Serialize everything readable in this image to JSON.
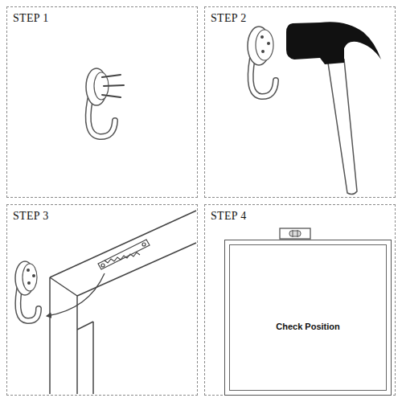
{
  "diagram": {
    "nodes": [
      {
        "text": [
          "STEP 1"
        ]
      },
      {
        "text": [
          "STEP 2"
        ]
      },
      {
        "text": [
          "STEP 3"
        ]
      },
      {
        "text": [
          "STEP 4"
        ]
      },
      {
        "text": [
          "Check Position"
        ],
        "in": 3
      }
    ]
  }
}
